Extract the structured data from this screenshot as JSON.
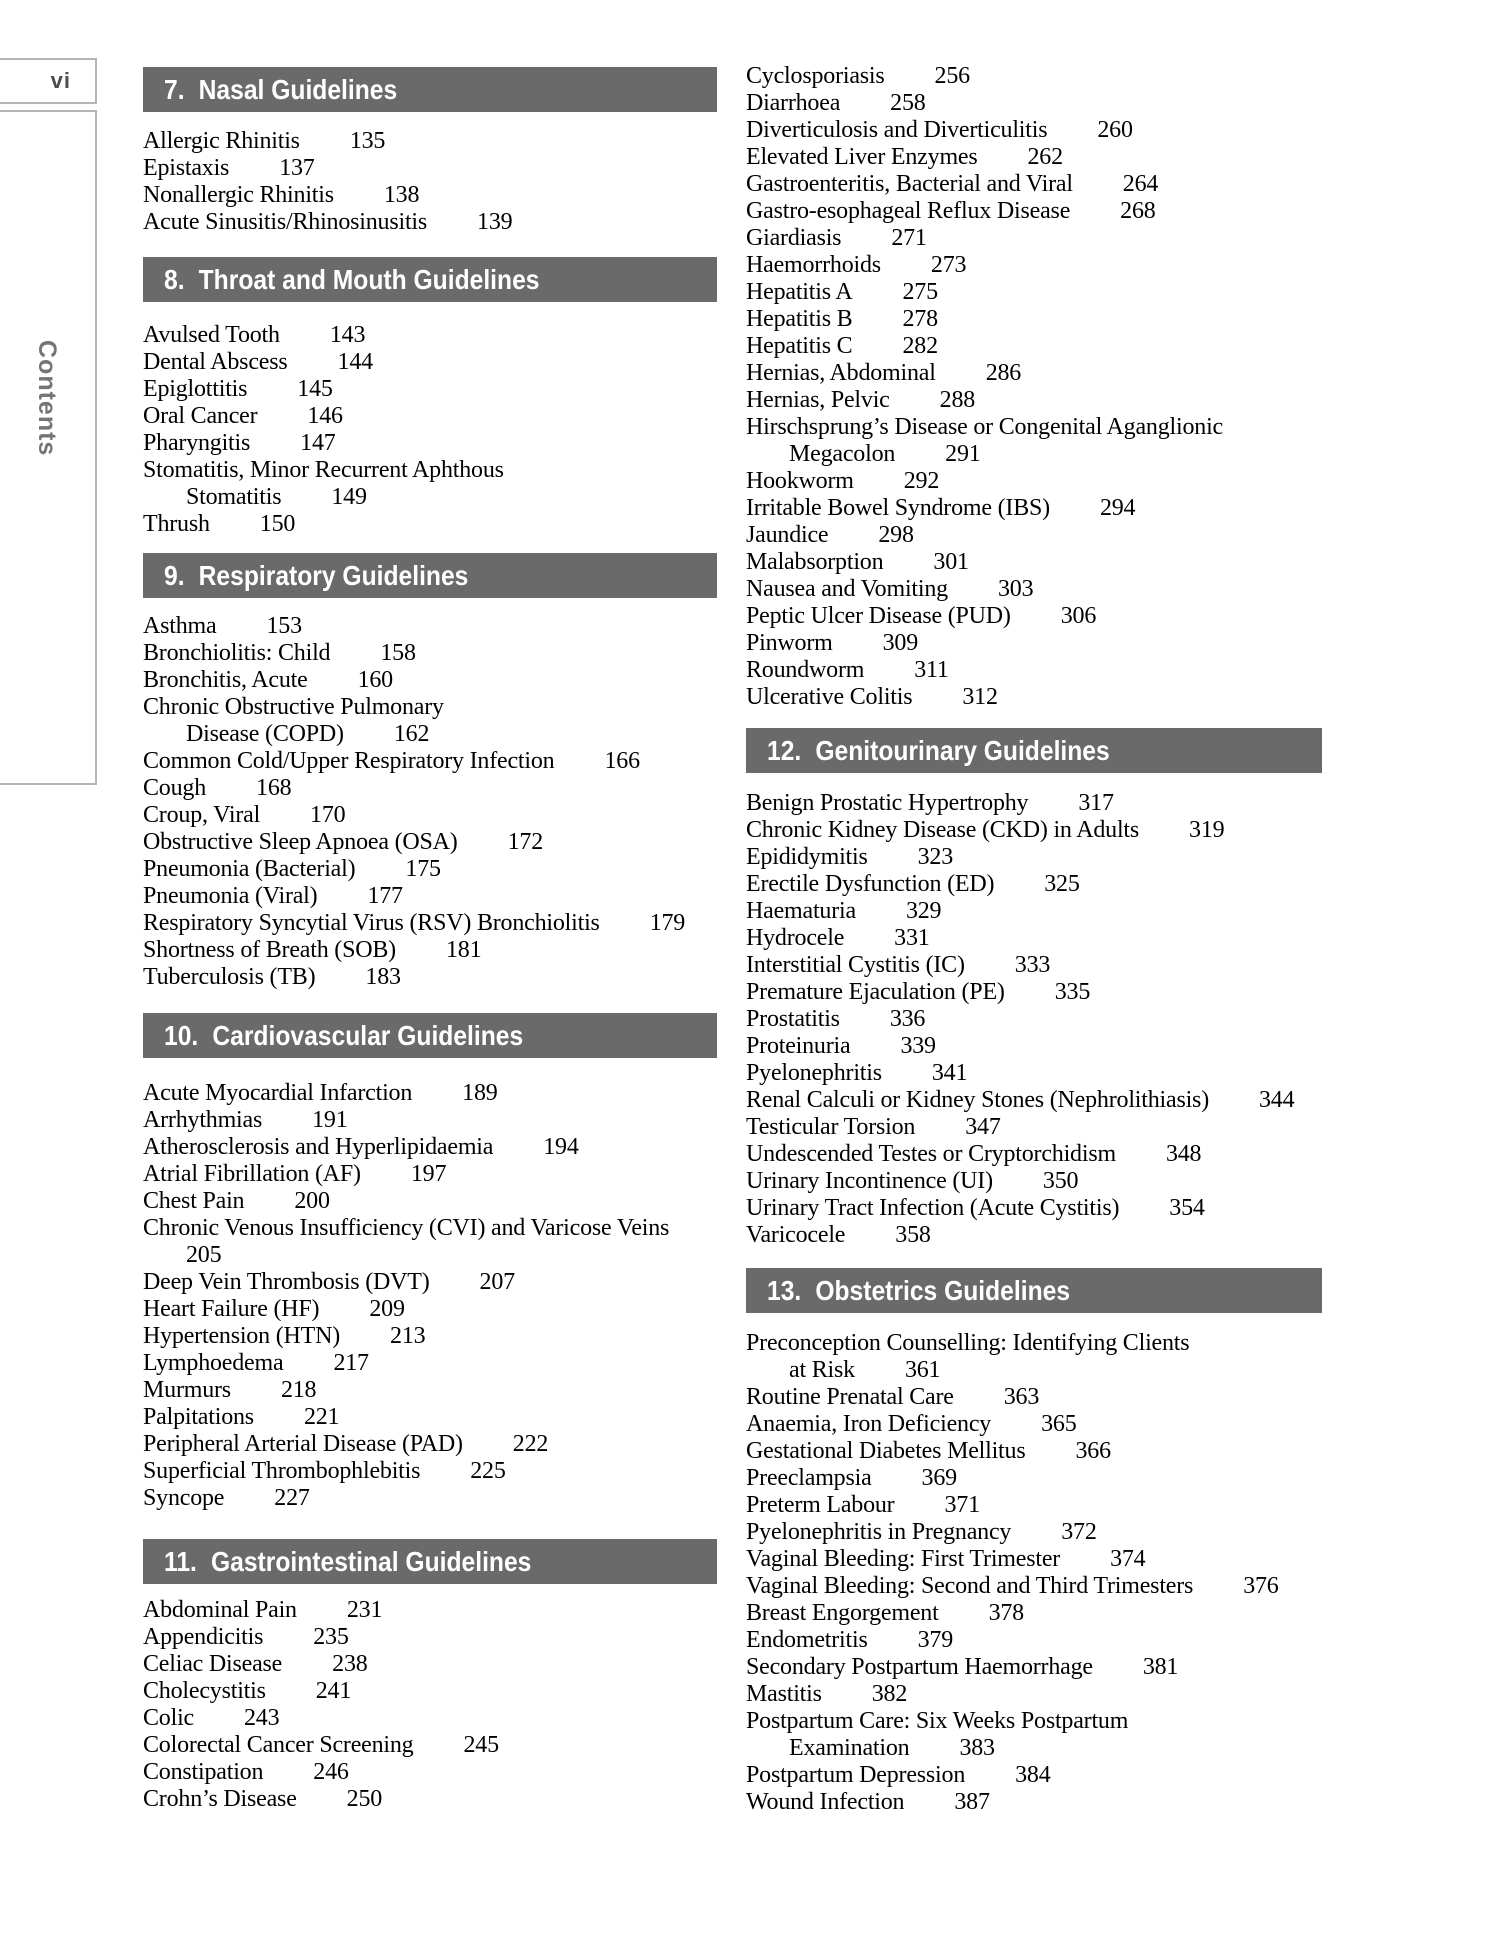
{
  "sidebar": {
    "page_number": "vi",
    "tab_label": "Contents"
  },
  "colors": {
    "section_bar_bg": "#6a6a6a",
    "section_bar_text": "#ffffff",
    "body_text": "#000000",
    "sidebar_text": "#757575",
    "page_number_text": "#4d4d4d",
    "box_border": "#b5b5b5"
  },
  "sections": [
    {
      "id": "sec7",
      "column": "left",
      "bar": {
        "number": "7.",
        "title": "Nasal Guidelines"
      },
      "lines": [
        {
          "t": "Allergic Rhinitis",
          "p": "135"
        },
        {
          "t": "Epistaxis",
          "p": "137"
        },
        {
          "t": "Nonallergic Rhinitis",
          "p": "138"
        },
        {
          "t": "Acute Sinusitis/Rhinosinusitis",
          "p": "139"
        }
      ]
    },
    {
      "id": "sec8",
      "column": "left",
      "bar": {
        "number": "8.",
        "title": "Throat and Mouth Guidelines"
      },
      "lines": [
        {
          "t": "Avulsed Tooth",
          "p": "143"
        },
        {
          "t": "Dental Abscess",
          "p": "144"
        },
        {
          "t": "Epiglottitis",
          "p": "145"
        },
        {
          "t": "Oral Cancer",
          "p": "146"
        },
        {
          "t": "Pharyngitis",
          "p": "147"
        },
        {
          "t": "Stomatitis, Minor Recurrent Aphthous"
        },
        {
          "t": "Stomatitis",
          "p": "149",
          "indent": true
        },
        {
          "t": "Thrush",
          "p": "150"
        }
      ]
    },
    {
      "id": "sec9",
      "column": "left",
      "bar": {
        "number": "9.",
        "title": "Respiratory Guidelines"
      },
      "lines": [
        {
          "t": "Asthma",
          "p": "153"
        },
        {
          "t": "Bronchiolitis: Child",
          "p": "158"
        },
        {
          "t": "Bronchitis, Acute",
          "p": "160"
        },
        {
          "t": "Chronic Obstructive Pulmonary"
        },
        {
          "t": "Disease (COPD)",
          "p": "162",
          "indent": true
        },
        {
          "t": "Common Cold/Upper Respiratory Infection",
          "p": "166"
        },
        {
          "t": "Cough",
          "p": "168"
        },
        {
          "t": "Croup, Viral",
          "p": "170"
        },
        {
          "t": "Obstructive Sleep Apnoea (OSA)",
          "p": "172"
        },
        {
          "t": "Pneumonia (Bacterial)",
          "p": "175"
        },
        {
          "t": "Pneumonia (Viral)",
          "p": "177"
        },
        {
          "t": "Respiratory Syncytial Virus (RSV) Bronchiolitis",
          "p": "179"
        },
        {
          "t": "Shortness of Breath (SOB)",
          "p": "181"
        },
        {
          "t": "Tuberculosis (TB)",
          "p": "183"
        }
      ]
    },
    {
      "id": "sec10",
      "column": "left",
      "bar": {
        "number": "10.",
        "title": "Cardiovascular Guidelines"
      },
      "lines": [
        {
          "t": "Acute Myocardial Infarction",
          "p": "189"
        },
        {
          "t": "Arrhythmias",
          "p": "191"
        },
        {
          "t": "Atherosclerosis and Hyperlipidaemia",
          "p": "194"
        },
        {
          "t": "Atrial Fibrillation (AF)",
          "p": "197"
        },
        {
          "t": "Chest Pain",
          "p": "200"
        },
        {
          "t": "Chronic Venous Insufficiency (CVI) and Varicose Veins"
        },
        {
          "t": "205",
          "indent": true
        },
        {
          "t": "Deep Vein Thrombosis (DVT)",
          "p": "207"
        },
        {
          "t": "Heart Failure (HF)",
          "p": "209"
        },
        {
          "t": "Hypertension (HTN)",
          "p": "213"
        },
        {
          "t": "Lymphoedema",
          "p": "217"
        },
        {
          "t": "Murmurs",
          "p": "218"
        },
        {
          "t": "Palpitations",
          "p": "221"
        },
        {
          "t": "Peripheral Arterial Disease (PAD)",
          "p": "222"
        },
        {
          "t": "Superficial Thrombophlebitis",
          "p": "225"
        },
        {
          "t": "Syncope",
          "p": "227"
        }
      ]
    },
    {
      "id": "sec11",
      "column": "left",
      "bar": {
        "number": "11.",
        "title": "Gastrointestinal Guidelines"
      },
      "lines": [
        {
          "t": "Abdominal Pain",
          "p": "231"
        },
        {
          "t": "Appendicitis",
          "p": "235"
        },
        {
          "t": "Celiac Disease",
          "p": "238"
        },
        {
          "t": "Cholecystitis",
          "p": "241"
        },
        {
          "t": "Colic",
          "p": "243"
        },
        {
          "t": "Colorectal Cancer Screening",
          "p": "245"
        },
        {
          "t": "Constipation",
          "p": "246"
        },
        {
          "t": "Crohn’s Disease",
          "p": "250"
        }
      ]
    },
    {
      "id": "sec11cont",
      "column": "right",
      "bar": null,
      "lines": [
        {
          "t": "Cyclosporiasis",
          "p": "256"
        },
        {
          "t": "Diarrhoea",
          "p": "258"
        },
        {
          "t": "Diverticulosis and Diverticulitis",
          "p": "260"
        },
        {
          "t": "Elevated Liver Enzymes",
          "p": "262"
        },
        {
          "t": "Gastroenteritis, Bacterial and Viral",
          "p": "264"
        },
        {
          "t": "Gastro-esophageal Reflux Disease",
          "p": "268"
        },
        {
          "t": "Giardiasis",
          "p": "271"
        },
        {
          "t": "Haemorrhoids",
          "p": "273"
        },
        {
          "t": "Hepatitis A",
          "p": "275"
        },
        {
          "t": "Hepatitis B",
          "p": "278"
        },
        {
          "t": "Hepatitis C",
          "p": "282"
        },
        {
          "t": "Hernias, Abdominal",
          "p": "286"
        },
        {
          "t": "Hernias, Pelvic",
          "p": "288"
        },
        {
          "t": "Hirschsprung’s Disease or Congenital Aganglionic"
        },
        {
          "t": "Megacolon",
          "p": "291",
          "indent": true
        },
        {
          "t": "Hookworm",
          "p": "292"
        },
        {
          "t": "Irritable Bowel Syndrome (IBS)",
          "p": "294"
        },
        {
          "t": "Jaundice",
          "p": "298"
        },
        {
          "t": "Malabsorption",
          "p": "301"
        },
        {
          "t": "Nausea and Vomiting",
          "p": "303"
        },
        {
          "t": "Peptic Ulcer Disease (PUD)",
          "p": "306"
        },
        {
          "t": "Pinworm",
          "p": "309"
        },
        {
          "t": "Roundworm",
          "p": "311"
        },
        {
          "t": "Ulcerative Colitis",
          "p": "312"
        }
      ]
    },
    {
      "id": "sec12",
      "column": "right",
      "bar": {
        "number": "12.",
        "title": "Genitourinary Guidelines"
      },
      "lines": [
        {
          "t": "Benign Prostatic Hypertrophy",
          "p": "317"
        },
        {
          "t": "Chronic Kidney Disease (CKD) in Adults",
          "p": "319"
        },
        {
          "t": "Epididymitis",
          "p": "323"
        },
        {
          "t": "Erectile Dysfunction (ED)",
          "p": "325"
        },
        {
          "t": "Haematuria",
          "p": "329"
        },
        {
          "t": "Hydrocele",
          "p": "331"
        },
        {
          "t": "Interstitial Cystitis (IC)",
          "p": "333"
        },
        {
          "t": "Premature Ejaculation (PE)",
          "p": "335"
        },
        {
          "t": "Prostatitis",
          "p": "336"
        },
        {
          "t": "Proteinuria",
          "p": "339"
        },
        {
          "t": "Pyelonephritis",
          "p": "341"
        },
        {
          "t": "Renal Calculi or Kidney Stones (Nephrolithiasis)",
          "p": "344"
        },
        {
          "t": "Testicular Torsion",
          "p": "347"
        },
        {
          "t": "Undescended Testes or Cryptorchidism",
          "p": "348"
        },
        {
          "t": "Urinary Incontinence (UI)",
          "p": "350"
        },
        {
          "t": "Urinary Tract Infection (Acute Cystitis)",
          "p": "354"
        },
        {
          "t": "Varicocele",
          "p": "358"
        }
      ]
    },
    {
      "id": "sec13",
      "column": "right",
      "bar": {
        "number": "13.",
        "title": "Obstetrics Guidelines"
      },
      "lines": [
        {
          "t": "Preconception Counselling: Identifying Clients"
        },
        {
          "t": "at Risk",
          "p": "361",
          "indent": true
        },
        {
          "t": "Routine Prenatal Care",
          "p": "363"
        },
        {
          "t": "Anaemia, Iron Deficiency",
          "p": "365"
        },
        {
          "t": "Gestational Diabetes Mellitus",
          "p": "366"
        },
        {
          "t": "Preeclampsia",
          "p": "369"
        },
        {
          "t": "Preterm Labour",
          "p": "371"
        },
        {
          "t": "Pyelonephritis in Pregnancy",
          "p": "372"
        },
        {
          "t": "Vaginal Bleeding: First Trimester",
          "p": "374"
        },
        {
          "t": "Vaginal Bleeding: Second and Third Trimesters",
          "p": "376"
        },
        {
          "t": "Breast Engorgement",
          "p": "378"
        },
        {
          "t": "Endometritis",
          "p": "379"
        },
        {
          "t": "Secondary Postpartum Haemorrhage",
          "p": "381"
        },
        {
          "t": "Mastitis",
          "p": "382"
        },
        {
          "t": "Postpartum Care: Six Weeks Postpartum"
        },
        {
          "t": "Examination",
          "p": "383",
          "indent": true
        },
        {
          "t": "Postpartum Depression",
          "p": "384"
        },
        {
          "t": "Wound Infection",
          "p": "387"
        }
      ]
    }
  ]
}
